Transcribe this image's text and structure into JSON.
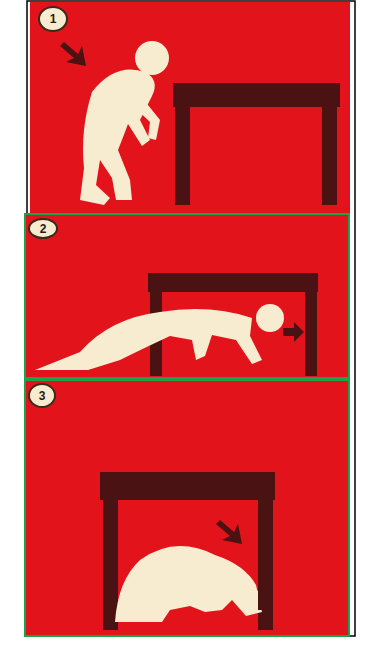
{
  "diagram": {
    "nodes": [
      {
        "text": [
          "1"
        ]
      },
      {
        "text": [
          "2"
        ]
      },
      {
        "text": [
          "3"
        ]
      }
    ]
  }
}
